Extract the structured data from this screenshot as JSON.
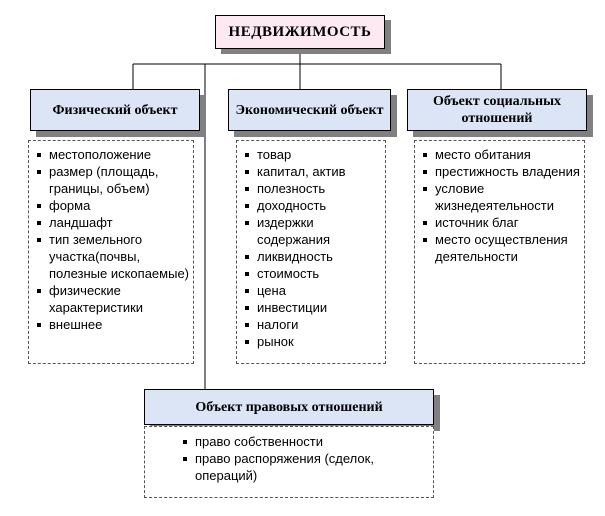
{
  "root": {
    "title": "НЕДВИЖИМОСТЬ"
  },
  "physical": {
    "title": "Физический объект",
    "items": [
      "местоположение",
      "размер (площадь, границы, объем)",
      "форма",
      "ландшафт",
      "тип земельного участка(почвы, полезные ископаемые)",
      "физические характеристики",
      "внешнее"
    ]
  },
  "economic": {
    "title": "Экономический объект",
    "items": [
      "товар",
      "капитал, актив",
      "полезность",
      "доходность",
      "издержки содержания",
      "ликвидность",
      "стоимость",
      "цена",
      "инвестиции",
      "налоги",
      "рынок"
    ]
  },
  "social": {
    "title": "Объект социальных отношений",
    "items": [
      "место обитания",
      "престижность владения",
      "условие жизнедеятельности",
      "источник благ",
      "место осуществления деятельности"
    ]
  },
  "legal": {
    "title": "Объект правовых отношений",
    "items": [
      "право собственности",
      "право распоряжения (сделок, операций)"
    ]
  }
}
